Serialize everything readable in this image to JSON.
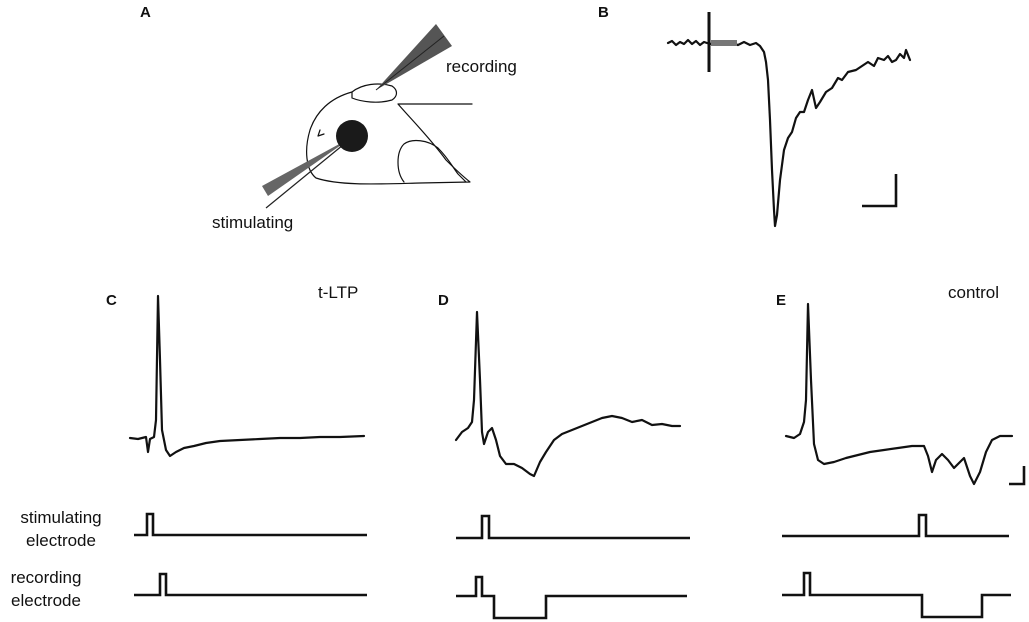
{
  "panels": {
    "a": {
      "letter": "A",
      "recording": "recording",
      "stimulating": "stimulating"
    },
    "b": {
      "letter": "B"
    },
    "c": {
      "letter": "C",
      "title": "t-LTP"
    },
    "d": {
      "letter": "D",
      "title": "t-LTD"
    },
    "e": {
      "letter": "E",
      "title": "control"
    }
  },
  "row_labels": {
    "stim_1": "stimulating",
    "stim_2": "electrode",
    "rec_1": "recording",
    "rec_2": "electrode"
  }
}
